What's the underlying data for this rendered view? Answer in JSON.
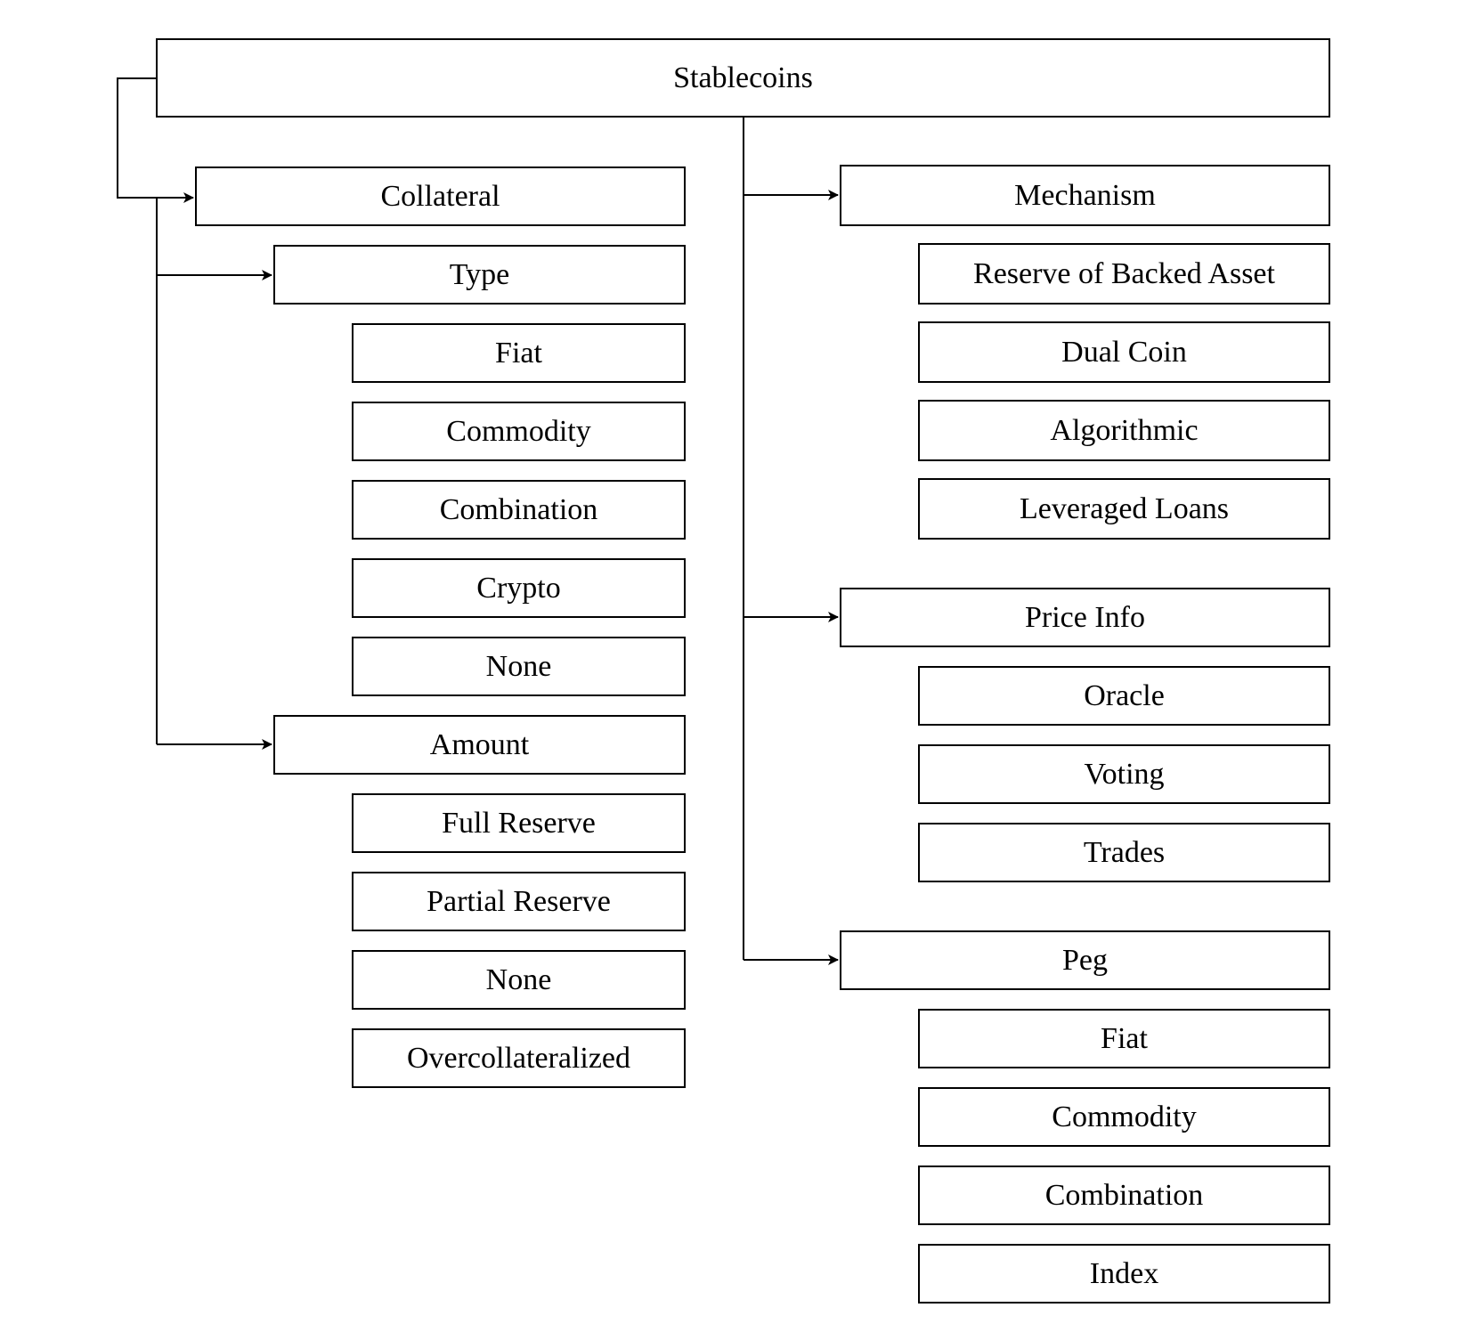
{
  "root": {
    "label": "Stablecoins"
  },
  "collateral": {
    "label": "Collateral",
    "type": {
      "label": "Type",
      "options": [
        "Fiat",
        "Commodity",
        "Combination",
        "Crypto",
        "None"
      ]
    },
    "amount": {
      "label": "Amount",
      "options": [
        "Full Reserve",
        "Partial Reserve",
        "None",
        "Overcollateralized"
      ]
    }
  },
  "mechanism": {
    "label": "Mechanism",
    "options": [
      "Reserve of Backed Asset",
      "Dual Coin",
      "Algorithmic",
      "Leveraged Loans"
    ]
  },
  "price_info": {
    "label": "Price Info",
    "options": [
      "Oracle",
      "Voting",
      "Trades"
    ]
  },
  "peg": {
    "label": "Peg",
    "options": [
      "Fiat",
      "Commodity",
      "Combination",
      "Index"
    ]
  }
}
